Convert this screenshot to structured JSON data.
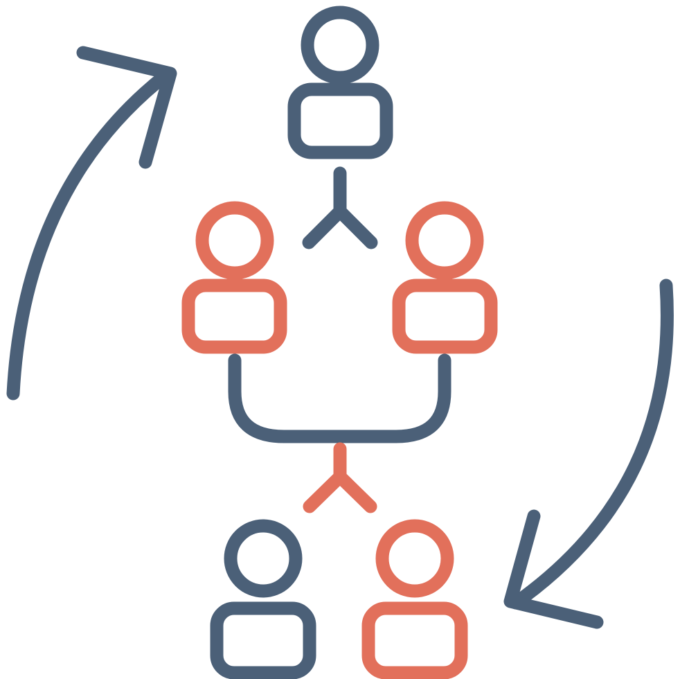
{
  "icon": {
    "name": "team-succession-cycle",
    "colors": {
      "primary": "#4b6078",
      "accent": "#e2705b",
      "background": "#ffffff"
    },
    "people": [
      {
        "id": "leader",
        "color": "primary"
      },
      {
        "id": "mid-left",
        "color": "accent"
      },
      {
        "id": "mid-right",
        "color": "accent"
      },
      {
        "id": "bottom-left",
        "color": "primary"
      },
      {
        "id": "bottom-right",
        "color": "accent"
      }
    ]
  }
}
